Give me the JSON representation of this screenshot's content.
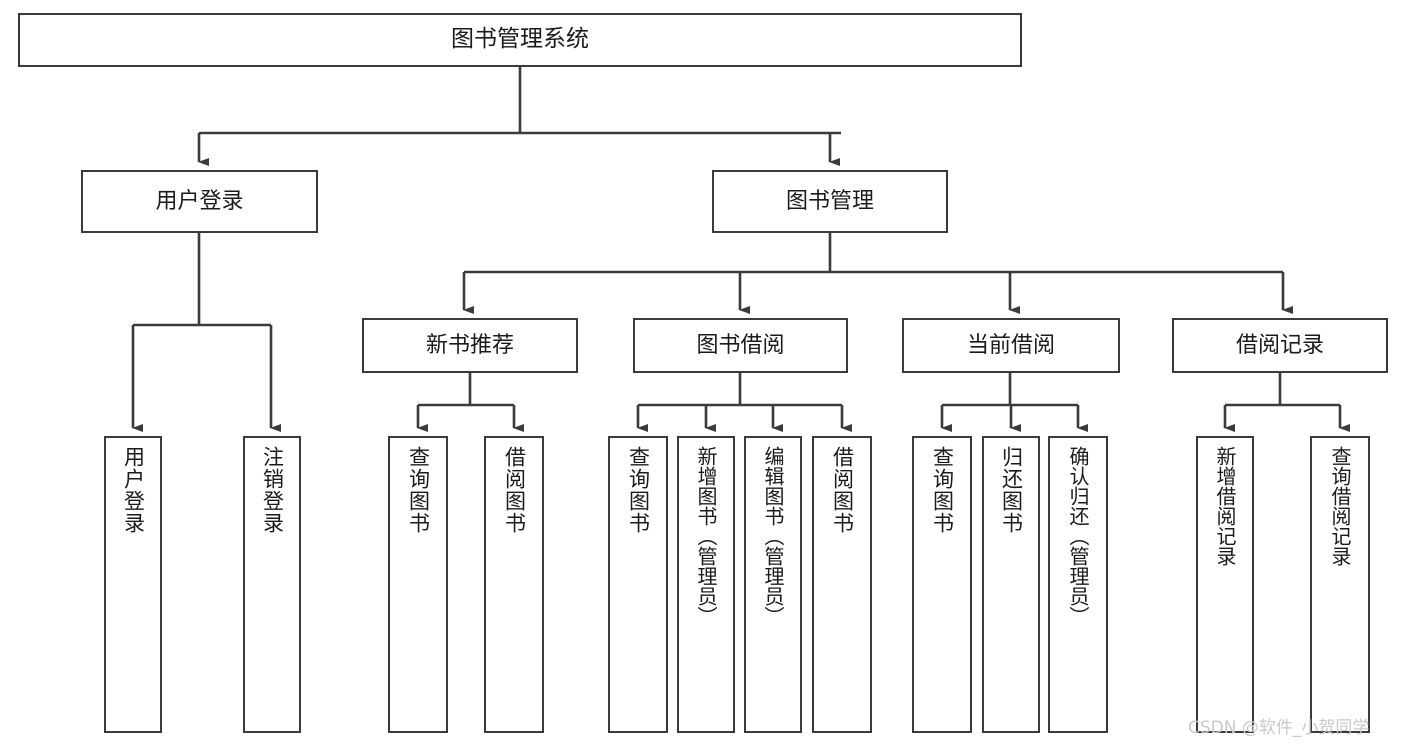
{
  "diagram": {
    "title": "图书管理系统",
    "type": "tree",
    "orientation": "top-down",
    "colors": {
      "box_border": "#3b3b3b",
      "box_fill": "#ffffff",
      "edge": "#3b3b3b",
      "text": "#1b1b1b",
      "watermark": "#c9c9c9",
      "background": "#ffffff"
    },
    "levels": [
      {
        "level": 1,
        "nodes": [
          {
            "id": "root",
            "label": "图书管理系统",
            "orientation": "horizontal"
          }
        ]
      },
      {
        "level": 2,
        "nodes": [
          {
            "id": "login",
            "label": "用户登录",
            "orientation": "horizontal",
            "parent": "root"
          },
          {
            "id": "bookmgmt",
            "label": "图书管理",
            "orientation": "horizontal",
            "parent": "root"
          }
        ]
      },
      {
        "level": 3,
        "nodes": [
          {
            "id": "newbook",
            "label": "新书推荐",
            "orientation": "horizontal",
            "parent": "bookmgmt"
          },
          {
            "id": "borrow",
            "label": "图书借阅",
            "orientation": "horizontal",
            "parent": "bookmgmt"
          },
          {
            "id": "current",
            "label": "当前借阅",
            "orientation": "horizontal",
            "parent": "bookmgmt"
          },
          {
            "id": "records",
            "label": "借阅记录",
            "orientation": "horizontal",
            "parent": "bookmgmt"
          }
        ]
      },
      {
        "level": 4,
        "nodes": [
          {
            "id": "leaf1",
            "label": "用户登录",
            "orientation": "vertical",
            "parent": "login"
          },
          {
            "id": "leaf2",
            "label": "注销登录",
            "orientation": "vertical",
            "parent": "login"
          },
          {
            "id": "leaf3",
            "label": "查询图书",
            "orientation": "vertical",
            "parent": "newbook"
          },
          {
            "id": "leaf4",
            "label": "借阅图书",
            "orientation": "vertical",
            "parent": "newbook"
          },
          {
            "id": "leaf5",
            "label": "查询图书",
            "orientation": "vertical",
            "parent": "borrow"
          },
          {
            "id": "leaf6",
            "label": "新增图书（管理员）",
            "orientation": "vertical",
            "parent": "borrow"
          },
          {
            "id": "leaf7",
            "label": "编辑图书（管理员）",
            "orientation": "vertical",
            "parent": "borrow"
          },
          {
            "id": "leaf8",
            "label": "借阅图书",
            "orientation": "vertical",
            "parent": "borrow"
          },
          {
            "id": "leaf9",
            "label": "查询图书",
            "orientation": "vertical",
            "parent": "current"
          },
          {
            "id": "leaf10",
            "label": "归还图书",
            "orientation": "vertical",
            "parent": "current"
          },
          {
            "id": "leaf11",
            "label": "确认归还（管理员）",
            "orientation": "vertical",
            "parent": "current"
          },
          {
            "id": "leaf12",
            "label": "新增借阅记录",
            "orientation": "vertical",
            "parent": "records"
          },
          {
            "id": "leaf13",
            "label": "查询借阅记录",
            "orientation": "vertical",
            "parent": "records"
          }
        ]
      }
    ],
    "watermark": "CSDN @软件_小贺同学"
  }
}
